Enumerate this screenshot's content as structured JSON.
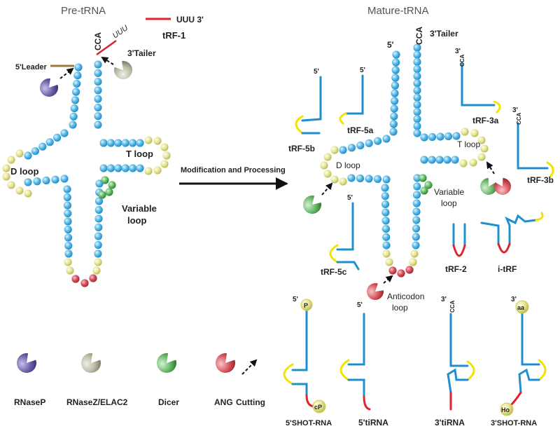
{
  "titles": {
    "pre": "Pre-tRNA",
    "mature": "Mature-tRNA"
  },
  "pre": {
    "cca": "CCA",
    "uuu": "UUU",
    "tailer": "3'Tailer",
    "leader": "5'Leader",
    "d_loop": "D loop",
    "t_loop": "T loop",
    "variable_loop": "Variable loop"
  },
  "trf1": {
    "label": "tRF-1",
    "seq": "UUU",
    "end": "3'"
  },
  "arrow": {
    "label": "Modification and Processing"
  },
  "mature": {
    "cca": "CCA",
    "five_prime": "5'",
    "tailer": "3'Tailer",
    "d_loop": "D loop",
    "t_loop": "T loop",
    "variable_loop": "Variable loop",
    "anticodon_loop": "Anticodon loop"
  },
  "fragments": {
    "trf5a": "tRF-5a",
    "trf5b": "tRF-5b",
    "trf5c": "tRF-5c",
    "trf3a": "tRF-3a",
    "trf3b": "tRF-3b",
    "trf2": "tRF-2",
    "itrf": "i-tRF",
    "shot5": "5'SHOT-RNA",
    "tirna5": "5'tiRNA",
    "tirna3": "3'tiRNA",
    "shot3": "3'SHOT-RNA",
    "five_prime": "5'",
    "three_prime": "3'",
    "cca": "CCA",
    "p": "P",
    "cp": "cP",
    "aa": "aa",
    "ho": "Ho"
  },
  "legend": {
    "rnasep": "RNaseP",
    "rnasez": "RNaseZ/ELAC2",
    "dicer": "Dicer",
    "ang": "ANG",
    "cutting": "Cutting"
  },
  "colors": {
    "stem": "#5bbbe8",
    "loop": "#e8e79a",
    "anticodon": "#d9535d",
    "variable": "#6bbf6b",
    "line": "#1f8fd0",
    "cut": "#e0242b",
    "yellow": "#f2e400",
    "leader": "#9b7a3c",
    "rnasep": "#6a5fa8",
    "rnasez": "#b9b9a4",
    "dicer": "#66b866",
    "ang": "#d8545c"
  }
}
